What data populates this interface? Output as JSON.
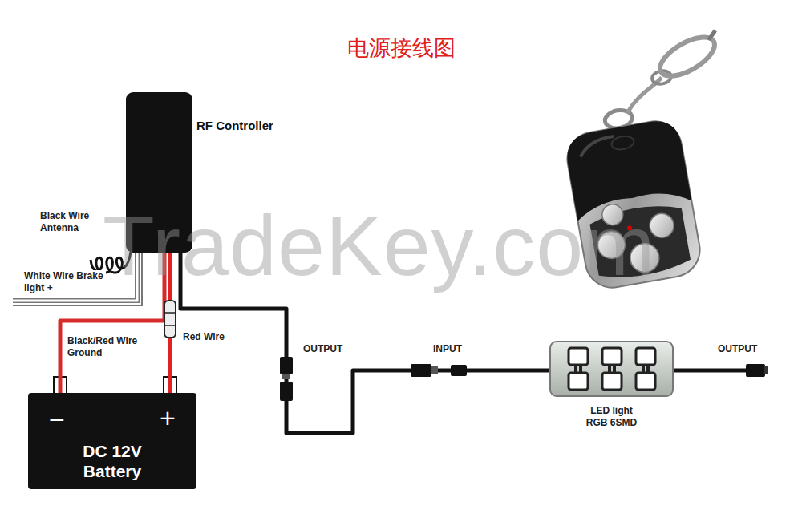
{
  "diagram": {
    "title": "电源接线图",
    "nodes": [
      {
        "text": [
          "RF Controller"
        ]
      },
      {
        "text": [
          "−",
          "+",
          "DC 12V Battery"
        ]
      },
      {
        "text": [
          "LED light RGB 6SMD"
        ]
      }
    ],
    "edges": [
      {
        "from": 0,
        "to": 1,
        "arrow": "none",
        "label": "Black/Red Wire Ground"
      },
      {
        "from": 0,
        "to": 1,
        "arrow": "none",
        "label": "Red Wire"
      },
      {
        "from": 0,
        "to": 2,
        "arrow": "none"
      }
    ],
    "labels": [
      "Black Wire Antenna",
      "White Wire Brake light +",
      "OUTPUT",
      "INPUT",
      "OUTPUT",
      "TradeKey.com"
    ]
  }
}
